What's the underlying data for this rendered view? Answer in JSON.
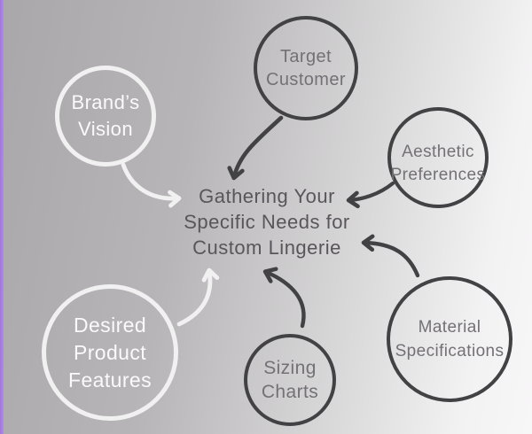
{
  "diagram": {
    "title": "Gathering Your Specific Needs for Custom Lingerie",
    "title_lines": [
      "Gathering Your",
      "Specific Needs for",
      "Custom Lingerie"
    ],
    "nodes": [
      {
        "id": "target-customer",
        "label": "Target Customer",
        "lines": [
          "Target",
          "Customer"
        ],
        "style": "dark"
      },
      {
        "id": "brands-vision",
        "label": "Brand’s Vision",
        "lines": [
          "Brand’s",
          "Vision"
        ],
        "style": "light"
      },
      {
        "id": "aesthetic-preferences",
        "label": "Aesthetic Preferences",
        "lines": [
          "Aesthetic",
          "Preferences"
        ],
        "style": "dark"
      },
      {
        "id": "desired-product-features",
        "label": "Desired Product Features",
        "lines": [
          "Desired",
          "Product",
          "Features"
        ],
        "style": "light"
      },
      {
        "id": "sizing-charts",
        "label": "Sizing Charts",
        "lines": [
          "Sizing",
          "Charts"
        ],
        "style": "dark"
      },
      {
        "id": "material-specifications",
        "label": "Material Specifications",
        "lines": [
          "Material",
          "Specifications"
        ],
        "style": "dark"
      }
    ],
    "arrows": [
      {
        "from": "target-customer",
        "to": "center",
        "color": "dark"
      },
      {
        "from": "brands-vision",
        "to": "center",
        "color": "light"
      },
      {
        "from": "aesthetic-preferences",
        "to": "center",
        "color": "dark"
      },
      {
        "from": "desired-product-features",
        "to": "center",
        "color": "light"
      },
      {
        "from": "sizing-charts",
        "to": "center",
        "color": "dark"
      },
      {
        "from": "material-specifications",
        "to": "center",
        "color": "dark"
      }
    ],
    "colors": {
      "dark_stroke": "#424245",
      "light_stroke": "#f2f1f2",
      "dark_node_text": "#737176",
      "light_node_text": "#fbfafb",
      "center_text": "#58565b",
      "background_left": "#a9a7aa",
      "background_right": "#f8f7f8",
      "left_border": "#b487f0"
    }
  }
}
